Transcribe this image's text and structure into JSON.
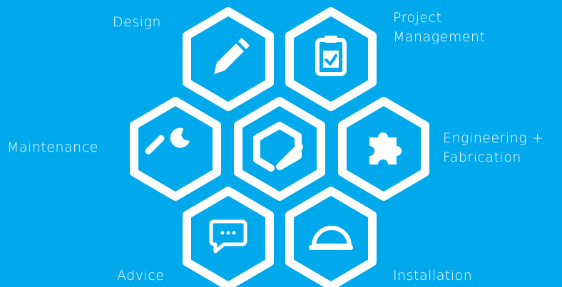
{
  "theme": {
    "background": "#00a8ec",
    "foreground": "#ffffff"
  },
  "center": {
    "icon": "brand-logo-icon"
  },
  "services": [
    {
      "id": "design",
      "label": "Design",
      "icon": "pencil-icon"
    },
    {
      "id": "project-management",
      "label_line1": "Project",
      "label_line2": "Management",
      "icon": "clipboard-check-icon"
    },
    {
      "id": "maintenance",
      "label": "Maintenance",
      "icon": "wrench-icon"
    },
    {
      "id": "engineering-fabrication",
      "label_line1": "Engineering +",
      "label_line2": "Fabrication",
      "icon": "puzzle-piece-icon"
    },
    {
      "id": "advice",
      "label": "Advice",
      "icon": "speech-bubble-icon"
    },
    {
      "id": "installation",
      "label": "Installation",
      "icon": "hard-hat-icon"
    }
  ]
}
